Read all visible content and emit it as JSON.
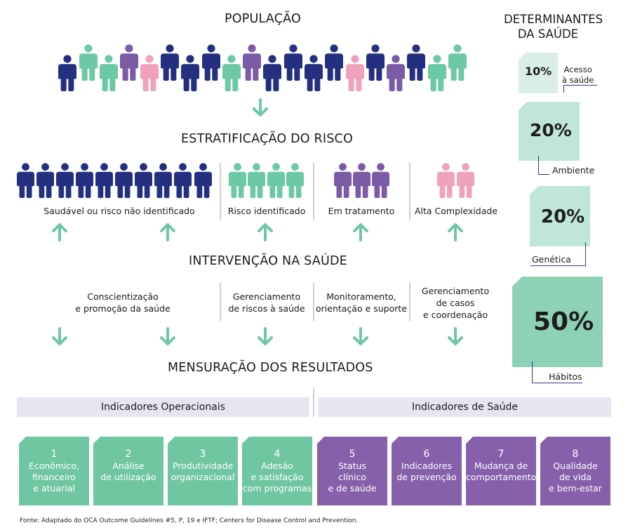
{
  "headings": {
    "populacao": "POPULAÇÃO",
    "estratificacao": "ESTRATIFICAÇÃO DO RISCO",
    "intervencao": "INTERVENÇÃO NA SAÚDE",
    "mensuracao": "MENSURAÇÃO DOS RESULTADOS"
  },
  "determinantes": {
    "title_line1": "DETERMINANTES",
    "title_line2": "DA SAÚDE",
    "items": [
      {
        "pct": "10%",
        "label_line1": "Acesso",
        "label_line2": "à saúde"
      },
      {
        "pct": "20%",
        "label": "Ambiente"
      },
      {
        "pct": "20%",
        "label": "Genética"
      },
      {
        "pct": "50%",
        "label": "Hábitos"
      }
    ]
  },
  "strata": [
    {
      "label": "Saudável ou risco não identificado"
    },
    {
      "label": "Risco identificado"
    },
    {
      "label": "Em tratamento"
    },
    {
      "label": "Alta Complexidade"
    }
  ],
  "interventions": [
    {
      "line1": "Conscientização",
      "line2": "e promoção da saúde"
    },
    {
      "line1": "Gerenciamento",
      "line2": "de riscos à saúde"
    },
    {
      "line1": "Monitoramento,",
      "line2": "orientação e suporte"
    },
    {
      "line1": "Gerenciamento",
      "line2": "de casos",
      "line3": "e coordenação"
    }
  ],
  "indicator_groups": {
    "operacionais": "Indicadores Operacionais",
    "saude": "Indicadores de Saúde"
  },
  "indicators": [
    {
      "num": "1",
      "l1": "Econômico,",
      "l2": "financeiro",
      "l3": "e atuarial"
    },
    {
      "num": "2",
      "l1": "Análise",
      "l2": "de utilização",
      "l3": ""
    },
    {
      "num": "3",
      "l1": "Produtividade",
      "l2": "organizacional",
      "l3": ""
    },
    {
      "num": "4",
      "l1": "Adesão",
      "l2": "e satisfação",
      "l3": "com programas"
    },
    {
      "num": "5",
      "l1": "Status",
      "l2": "clínico",
      "l3": "e de saúde"
    },
    {
      "num": "6",
      "l1": "Indicadores",
      "l2": "de prevenção",
      "l3": ""
    },
    {
      "num": "7",
      "l1": "Mudança de",
      "l2": "comportamento",
      "l3": ""
    },
    {
      "num": "8",
      "l1": "Qualidade",
      "l2": "de vida",
      "l3": "e bem-estar"
    }
  ],
  "colors": {
    "navy": "#24307f",
    "green": "#6cc9a4",
    "purple": "#7b5aa6",
    "pink": "#f0a2bd",
    "purple_card": "#8660aa",
    "green_card": "#6fc6a0",
    "det_light": "#d9efe6",
    "det_mid": "#bfe6d6",
    "det_strong": "#8ed2b5"
  },
  "source": "Fonte: Adaptado do OCA Outcome Guidelines #5, P, 19 e IFTF; Centers for Disease Control and Prevention."
}
